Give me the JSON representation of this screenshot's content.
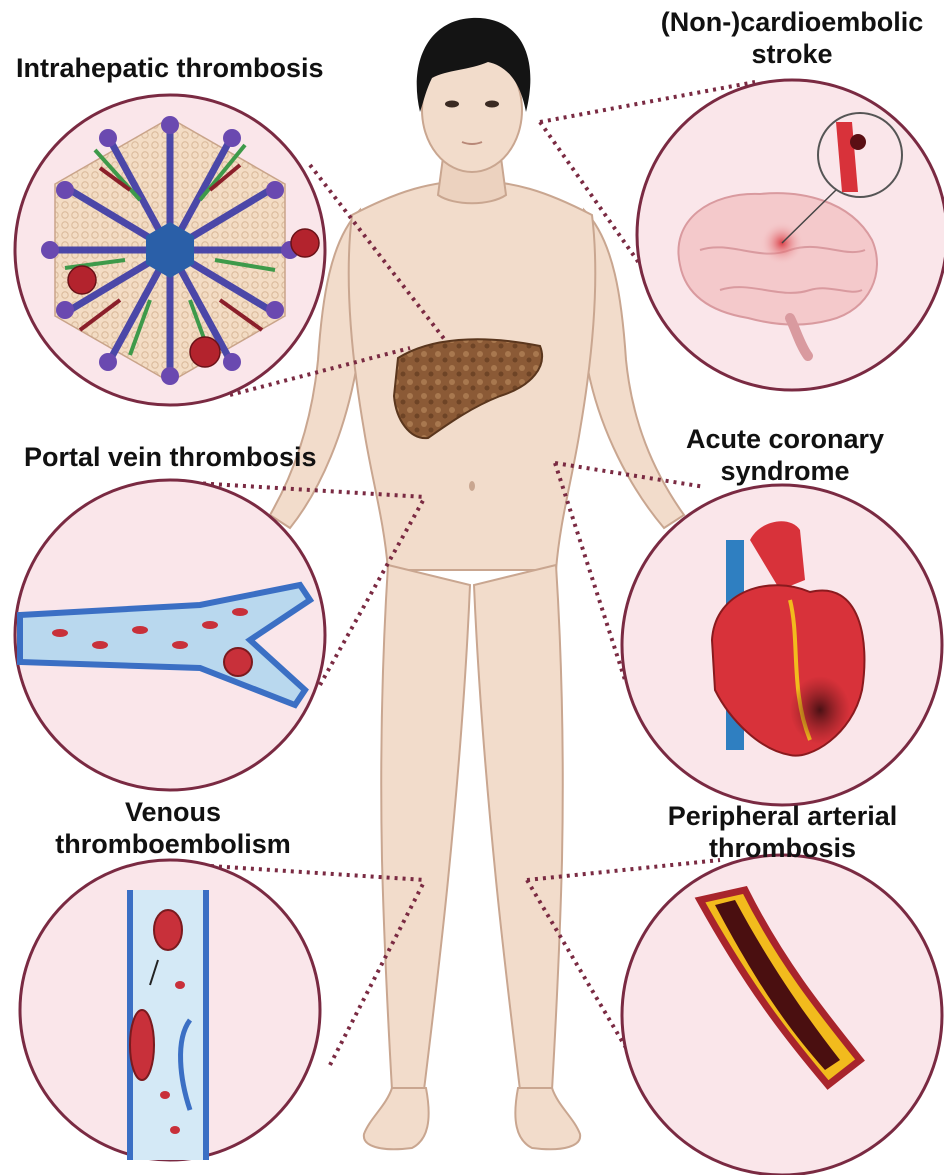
{
  "labels": {
    "intrahepatic": "Intrahepatic thrombosis",
    "stroke_line1": "(Non-)cardioembolic",
    "stroke_line2": "stroke",
    "portal": "Portal vein thrombosis",
    "acs_line1": "Acute coronary",
    "acs_line2": "syndrome",
    "vte_line1": "Venous",
    "vte_line2": "thromboembolism",
    "pat_line1": "Peripheral arterial",
    "pat_line2": "thrombosis"
  },
  "colors": {
    "circle_border": "#7a2a42",
    "circle_fill": "#fae6ea",
    "dotted_line": "#7a2a42",
    "skin": "#f2dccb",
    "skin_outline": "#c9a690",
    "hair": "#141414",
    "liver": "#8b5a36",
    "vein_blue": "#3b6fc4",
    "clot_red": "#b3232d",
    "heart_red": "#d8323a",
    "plaque_yellow": "#f2bb1d"
  }
}
